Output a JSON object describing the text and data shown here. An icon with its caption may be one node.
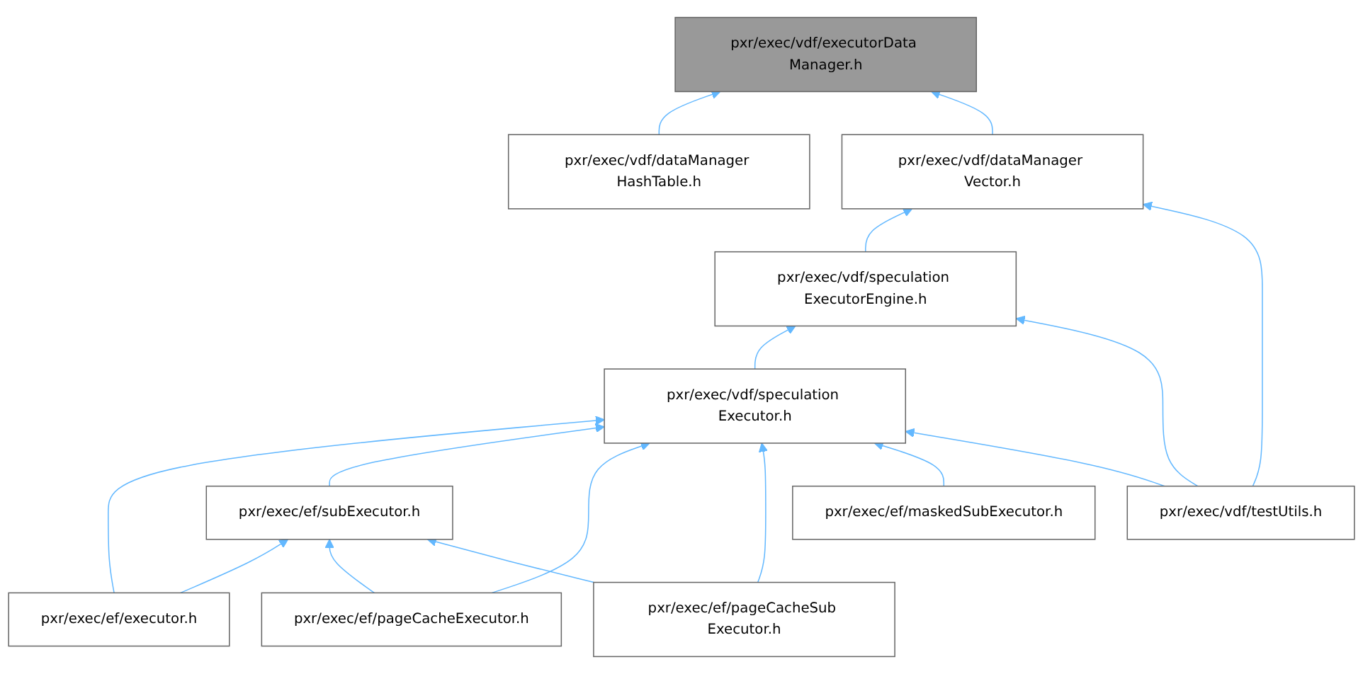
{
  "diagram": {
    "nodes": [
      {
        "text": [
          "pxr/exec/vdf/executorData Manager.h"
        ]
      },
      {
        "text": [
          "pxr/exec/vdf/dataManager HashTable.h"
        ]
      },
      {
        "text": [
          "pxr/exec/vdf/dataManager Vector.h"
        ]
      },
      {
        "text": [
          "pxr/exec/vdf/speculation ExecutorEngine.h"
        ]
      },
      {
        "text": [
          "pxr/exec/vdf/speculation Executor.h"
        ]
      },
      {
        "text": [
          "pxr/exec/ef/subExecutor.h"
        ]
      },
      {
        "text": [
          "pxr/exec/ef/maskedSubExecutor.h"
        ]
      },
      {
        "text": [
          "pxr/exec/vdf/testUtils.h"
        ]
      },
      {
        "text": [
          "pxr/exec/ef/executor.h"
        ]
      },
      {
        "text": [
          "pxr/exec/ef/pageCacheExecutor.h"
        ]
      },
      {
        "text": [
          "pxr/exec/ef/pageCacheSub Executor.h"
        ]
      }
    ],
    "edges": [
      {
        "from": 1,
        "to": 0,
        "arrow": "to"
      },
      {
        "from": 2,
        "to": 0,
        "arrow": "to"
      },
      {
        "from": 3,
        "to": 2,
        "arrow": "to"
      },
      {
        "from": 7,
        "to": 2,
        "arrow": "to"
      },
      {
        "from": 4,
        "to": 3,
        "arrow": "to"
      },
      {
        "from": 7,
        "to": 3,
        "arrow": "to"
      },
      {
        "from": 8,
        "to": 4,
        "arrow": "to"
      },
      {
        "from": 5,
        "to": 4,
        "arrow": "to"
      },
      {
        "from": 9,
        "to": 4,
        "arrow": "to"
      },
      {
        "from": 10,
        "to": 4,
        "arrow": "to"
      },
      {
        "from": 6,
        "to": 4,
        "arrow": "to"
      },
      {
        "from": 7,
        "to": 4,
        "arrow": "to"
      },
      {
        "from": 8,
        "to": 5,
        "arrow": "to"
      },
      {
        "from": 9,
        "to": 5,
        "arrow": "to"
      },
      {
        "from": 10,
        "to": 5,
        "arrow": "to"
      }
    ]
  }
}
